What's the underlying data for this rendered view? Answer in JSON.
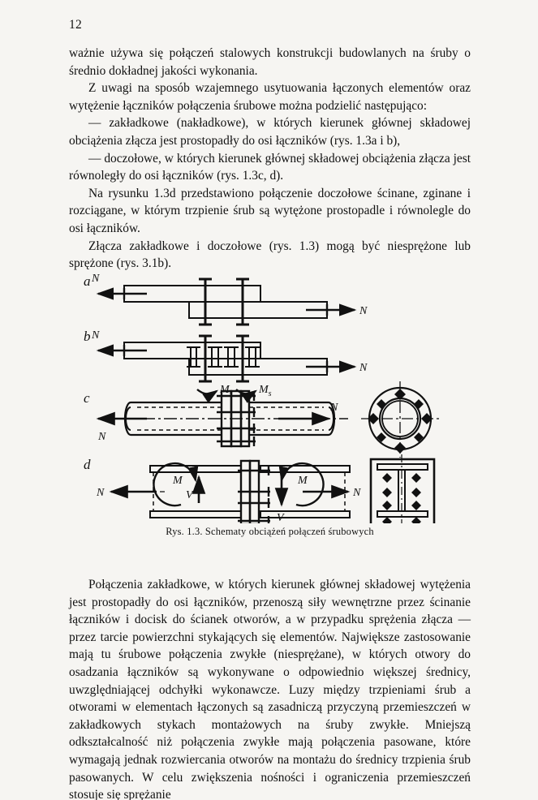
{
  "page": {
    "number": "12",
    "background_color": "#f6f5f2",
    "text_color": "#111111"
  },
  "paragraphs_top": [
    "ważnie używa się połączeń stalowych konstrukcji budowlanych na śruby o średnio dokładnej jakości wykonania.",
    "Z uwagi na sposób wzajemnego usytuowania łączonych elementów oraz wytężenie łączników połączenia śrubowe można podzielić następująco:",
    "— zakładkowe (nakładkowe), w których kierunek głównej składowej obciążenia złącza jest prostopadły do osi łączników (rys. 1.3a i b),",
    "— doczołowe, w których kierunek głównej składowej obciążenia złącza jest równoległy do osi łączników (rys. 1.3c, d).",
    "Na rysunku 1.3d przedstawiono połączenie doczołowe ścinane, zginane i rozciągane, w którym trzpienie śrub są wytężone prostopadle i równolegle do osi łączników.",
    "Złącza zakładkowe i doczołowe (rys. 1.3) mogą być niesprężone lub sprężone (rys. 3.1b)."
  ],
  "paragraphs_bottom": [
    "Połączenia zakładkowe, w których kierunek głównej składowej wytężenia jest prostopadły do osi łączników, przenoszą siły wewnętrzne przez ścinanie łączników i docisk do ścianek otworów, a w przypadku sprężenia złącza — przez tarcie powierzchni stykających się elementów. Największe zastosowanie mają tu śrubowe połączenia zwykłe (niesprężane), w których otwory do osadzania łączników są wykonywane o odpowiednio większej średnicy, uwzględniającej odchyłki wykonawcze. Luzy między trzpieniami śrub a otworami w elementach łączonych są zasadniczą przyczyną przemieszczeń w zakładkowych stykach montażowych na śruby zwykłe. Mniejszą odkształcalność niż połączenia zwykłe mają połączenia pasowane, które wymagają jednak rozwiercania otworów na montażu do średnicy trzpienia śrub pasowanych. W celu zwiększenia nośności i ograniczenia przemieszczeń stosuje się sprężanie"
  ],
  "figure": {
    "caption": "Rys. 1.3. Schematy obciążeń połączeń śrubowych",
    "panels": [
      {
        "id": "a",
        "label": "a",
        "description": "Lap joint, two overlapping plates with two bolts, tension N at both ends",
        "force_labels": [
          "N",
          "N"
        ]
      },
      {
        "id": "b",
        "label": "b",
        "description": "Lap joint with multiple bolt rows and two moment labels",
        "force_labels": [
          "N",
          "N"
        ],
        "moment_labels": [
          "M",
          "M"
        ],
        "moment_subscript": "s"
      },
      {
        "id": "c",
        "label": "c",
        "description": "Bolted flange connection between two pipes with circular bolt pattern end view",
        "force_labels": [
          "N",
          "N"
        ],
        "bolt_count_circular": 8
      },
      {
        "id": "d",
        "label": "d",
        "description": "End-plate connection loaded by axial force, shear and bending moment, with I-beam end plate bolt layout",
        "force_labels": [
          "N",
          "N"
        ],
        "moment_labels": [
          "M",
          "M"
        ],
        "shear_labels": [
          "V",
          "V"
        ],
        "bolt_count_endplate": 8
      }
    ]
  }
}
